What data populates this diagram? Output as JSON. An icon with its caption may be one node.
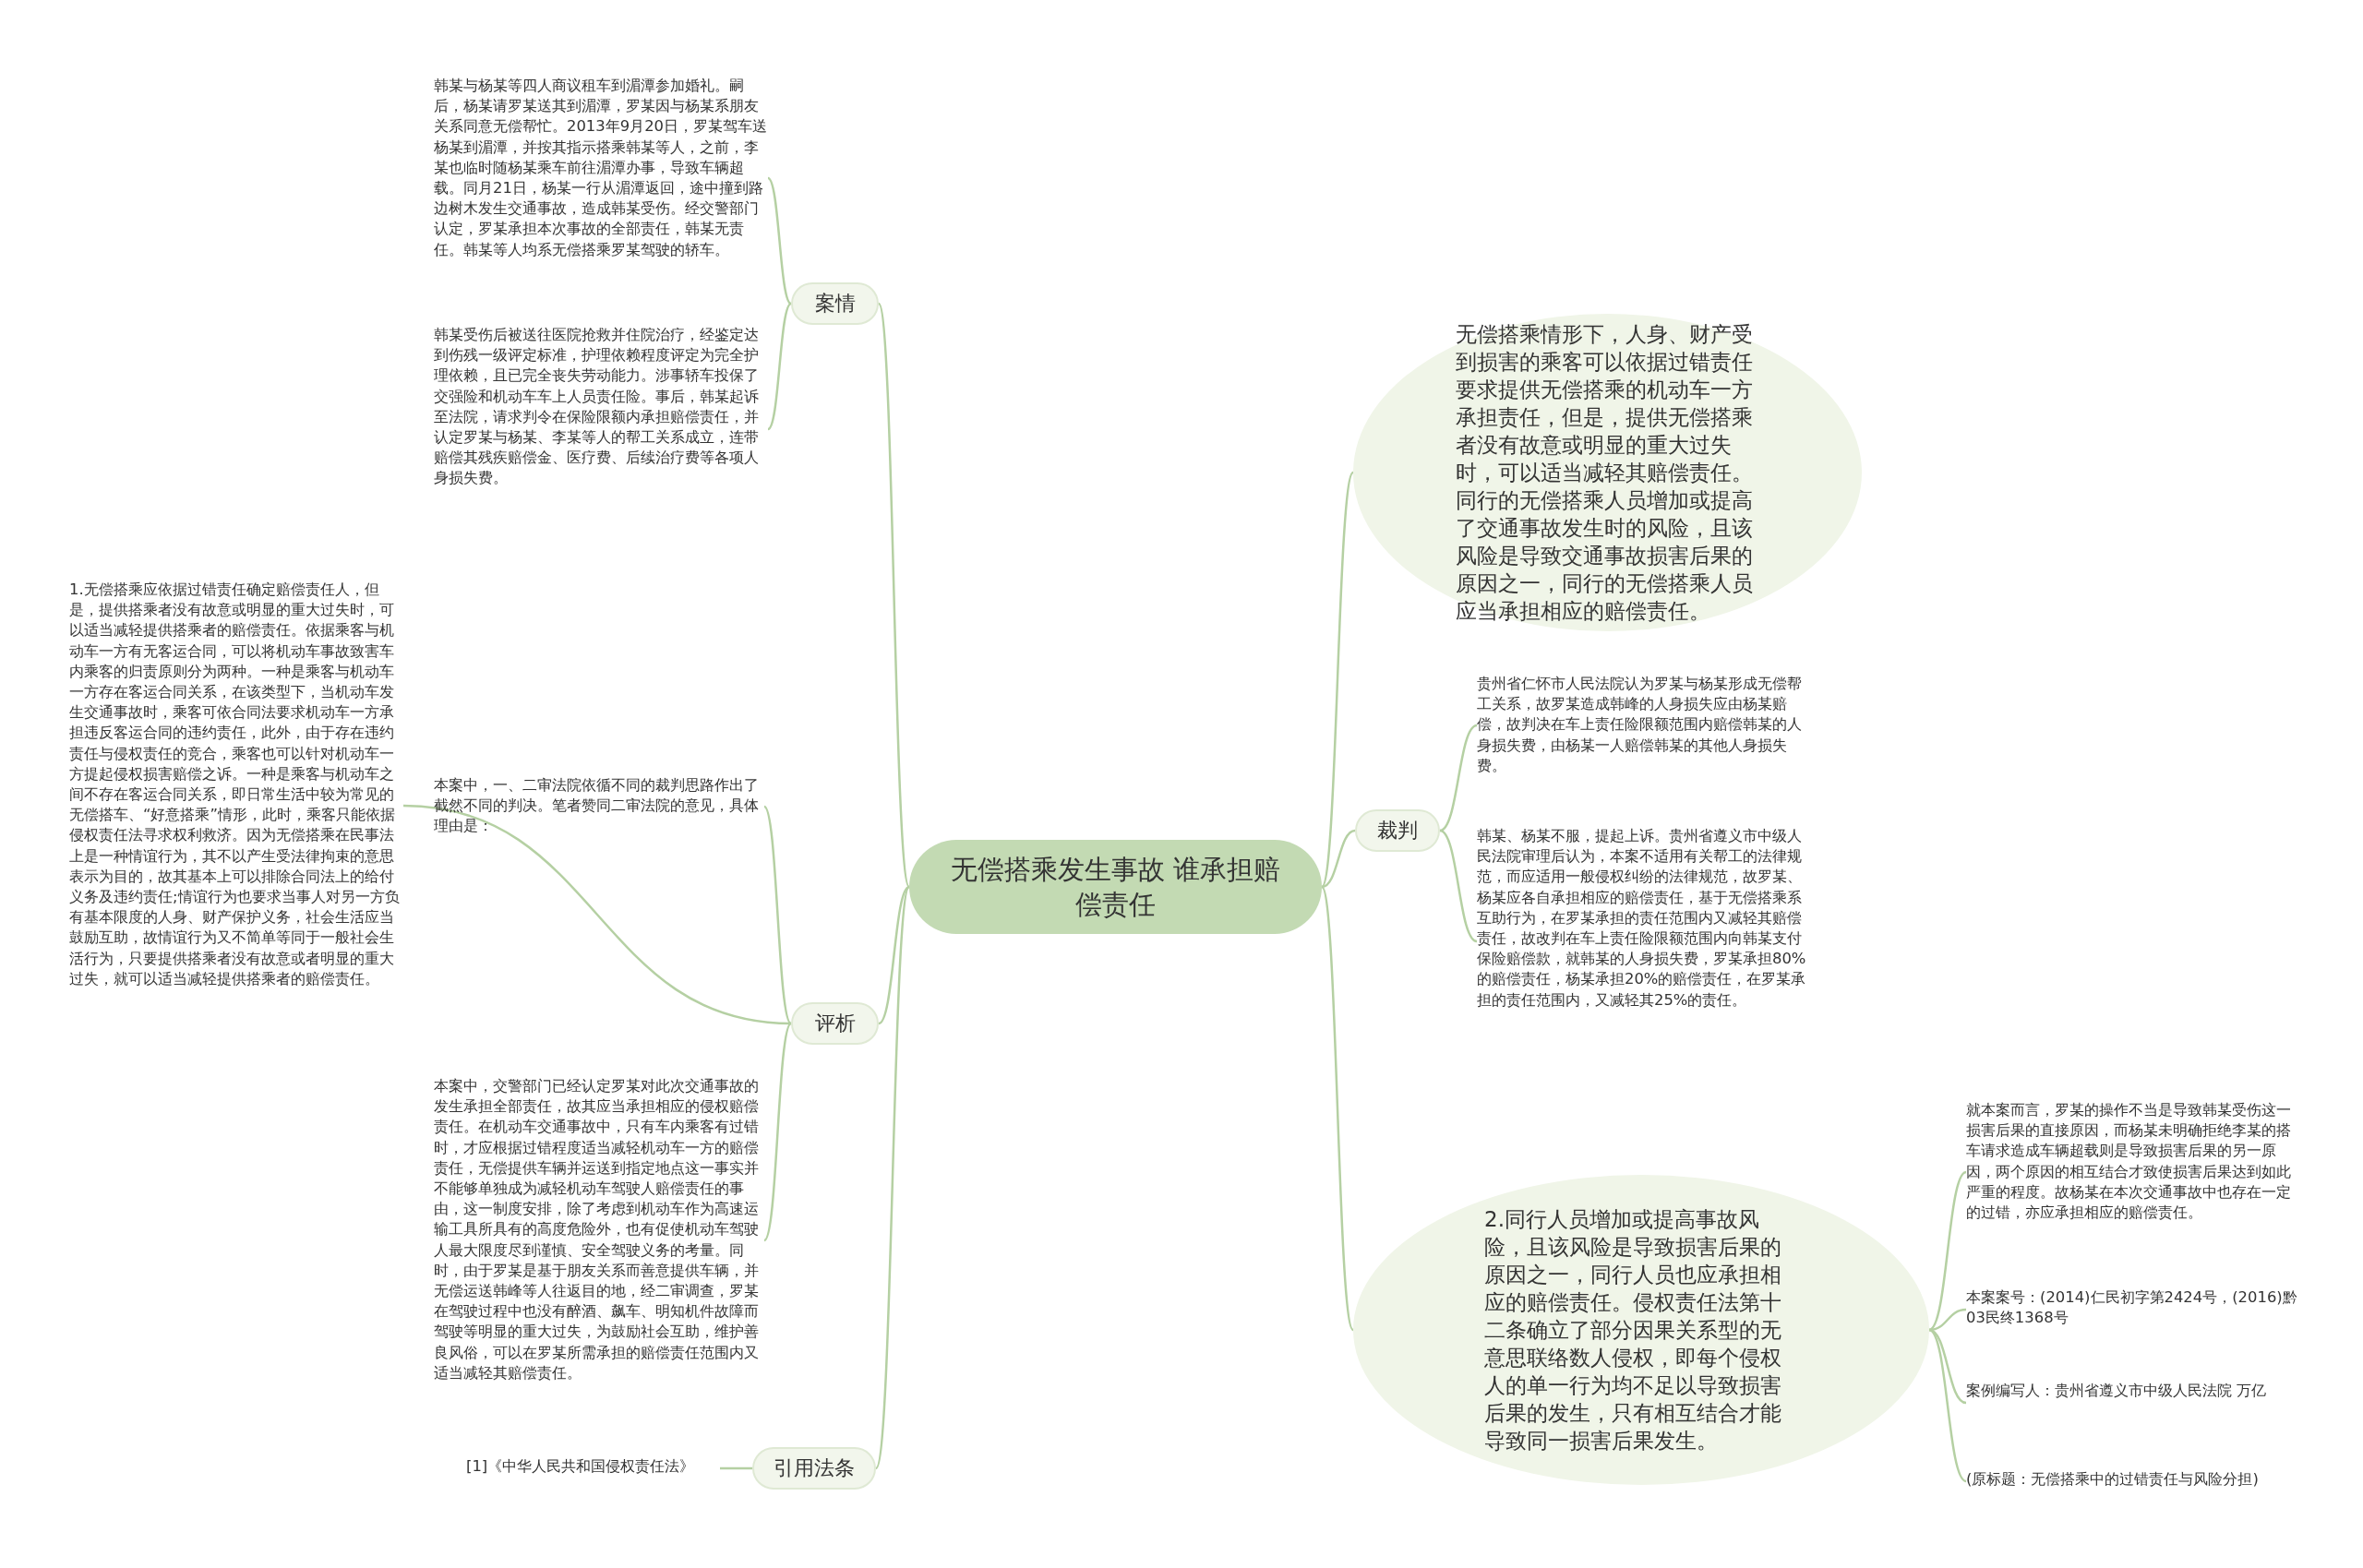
{
  "diagram": {
    "nodes": [
      {
        "text": [
          "无偿搭乘发生事故 谁承担赔偿责任"
        ]
      },
      {
        "text": [
          "案情"
        ]
      },
      {
        "text": [
          "韩某与杨某等四人商议租车到湄潭参加婚礼。嗣后，杨某请罗某送其到湄潭，罗某因与杨某系朋友关系同意无偿帮忙。2013年9月20日，罗某驾车送杨某到湄潭，并按其指示搭乘韩某等人，之前，李某也临时随杨某乘车前往湄潭办事，导致车辆超载。同月21日，杨某一行从湄潭返回，途中撞到路边树木发生交通事故，造成韩某受伤。经交警部门认定，罗某承担本次事故的全部责任，韩某无责任。韩某等人均系无偿搭乘罗某驾驶的轿车。"
        ]
      },
      {
        "text": [
          "韩某受伤后被送往医院抢救并住院治疗，经鉴定达到伤残一级评定标准，护理依赖程度评定为完全护理依赖，且已完全丧失劳动能力。涉事轿车投保了交强险和机动车车上人员责任险。事后，韩某起诉至法院，请求判令在保险限额内承担赔偿责任，并认定罗某与杨某、李某等人的帮工关系成立，连带赔偿其残疾赔偿金、医疗费、后续治疗费等各项人身损失费。"
        ]
      },
      {
        "text": [
          "评析"
        ]
      },
      {
        "text": [
          "本案中，一、二审法院依循不同的裁判思路作出了截然不同的判决。笔者赞同二审法院的意见，具体理由是："
        ]
      },
      {
        "text": [
          "1.无偿搭乘应依据过错责任确定赔偿责任人，但是，提供搭乘者没有故意或明显的重大过失时，可以适当减轻提供搭乘者的赔偿责任。依据乘客与机动车一方有无客运合同，可以将机动车事故致害车内乘客的归责原则分为两种。一种是乘客与机动车一方存在客运合同关系，在该类型下，当机动车发生交通事故时，乘客可依合同法要求机动车一方承担违反客运合同的违约责任，此外，由于存在违约责任与侵权责任的竞合，乘客也可以针对机动车一方提起侵权损害赔偿之诉。一种是乘客与机动车之间不存在客运合同关系，即日常生活中较为常见的无偿搭车、“好意搭乘”情形，此时，乘客只能依据侵权责任法寻求权利救济。因为无偿搭乘在民事法上是一种情谊行为，其不以产生受法律拘束的意思表示为目的，故其基本上可以排除合同法上的给付义务及违约责任;情谊行为也要求当事人对另一方负有基本限度的人身、财产保护义务，社会生活应当鼓励互助，故情谊行为又不简单等同于一般社会生活行为，只要提供搭乘者没有故意或者明显的重大过失，就可以适当减轻提供搭乘者的赔偿责任。"
        ]
      },
      {
        "text": [
          "本案中，交警部门已经认定罗某对此次交通事故的发生承担全部责任，故其应当承担相应的侵权赔偿责任。在机动车交通事故中，只有车内乘客有过错时，才应根据过错程度适当减轻机动车一方的赔偿责任，无偿提供车辆并运送到指定地点这一事实并不能够单独成为减轻机动车驾驶人赔偿责任的事由，这一制度安排，除了考虑到机动车作为高速运输工具所具有的高度危险外，也有促使机动车驾驶人最大限度尽到谨慎、安全驾驶义务的考量。同时，由于罗某是基于朋友关系而善意提供车辆，并无偿运送韩峰等人往返目的地，经二审调查，罗某在驾驶过程中也没有醉酒、飙车、明知机件故障而驾驶等明显的重大过失，为鼓励社会互助，维护善良风俗，可以在罗某所需承担的赔偿责任范围内又适当减轻其赔偿责任。"
        ]
      },
      {
        "text": [
          "引用法条"
        ]
      },
      {
        "text": [
          "[1]《中华人民共和国侵权责任法》"
        ]
      },
      {
        "text": [
          "无偿搭乘情形下，人身、财产受到损害的乘客可以依据过错责任要求提供无偿搭乘的机动车一方承担责任，但是，提供无偿搭乘者没有故意或明显的重大过失时，可以适当减轻其赔偿责任。同行的无偿搭乘人员增加或提高了交通事故发生时的风险，且该风险是导致交通事故损害后果的原因之一，同行的无偿搭乘人员应当承担相应的赔偿责任。"
        ]
      },
      {
        "text": [
          "裁判"
        ]
      },
      {
        "text": [
          "贵州省仁怀市人民法院认为罗某与杨某形成无偿帮工关系，故罗某造成韩峰的人身损失应由杨某赔偿，故判决在车上责任险限额范围内赔偿韩某的人身损失费，由杨某一人赔偿韩某的其他人身损失费。"
        ]
      },
      {
        "text": [
          "韩某、杨某不服，提起上诉。贵州省遵义市中级人民法院审理后认为，本案不适用有关帮工的法律规范，而应适用一般侵权纠纷的法律规范，故罗某、杨某应各自承担相应的赔偿责任，基于无偿搭乘系互助行为，在罗某承担的责任范围内又减轻其赔偿责任，故改判在车上责任险限额范围内向韩某支付保险赔偿款，就韩某的人身损失费，罗某承担80%的赔偿责任，杨某承担20%的赔偿责任，在罗某承担的责任范围内，又减轻其25%的责任。"
        ]
      },
      {
        "text": [
          "2.同行人员增加或提高事故风险，且该风险是导致损害后果的原因之一，同行人员也应承担相应的赔偿责任。侵权责任法第十二条确立了部分因果关系型的无意思联络数人侵权，即每个侵权人的单一行为均不足以导致损害后果的发生，只有相互结合才能导致同一损害后果发生。"
        ]
      },
      {
        "text": [
          "就本案而言，罗某的操作不当是导致韩某受伤这一损害后果的直接原因，而杨某未明确拒绝李某的搭车请求造成车辆超载则是导致损害后果的另一原因，两个原因的相互结合才致使损害后果达到如此严重的程度。故杨某在本次交通事故中也存在一定的过错，亦应承担相应的赔偿责任。"
        ]
      },
      {
        "text": [
          "本案案号：(2014)仁民初字第2424号，(2016)黔03民终1368号"
        ]
      },
      {
        "text": [
          "案例编写人：贵州省遵义市中级人民法院 万亿"
        ]
      },
      {
        "text": [
          "(原标题：无偿搭乘中的过错责任与风险分担)"
        ]
      }
    ],
    "edges": [
      {
        "from": 0,
        "to": 1,
        "arrow": "none"
      },
      {
        "from": 1,
        "to": 2,
        "arrow": "none"
      },
      {
        "from": 1,
        "to": 3,
        "arrow": "none"
      },
      {
        "from": 0,
        "to": 4,
        "arrow": "none"
      },
      {
        "from": 4,
        "to": 5,
        "arrow": "none"
      },
      {
        "from": 4,
        "to": 6,
        "arrow": "none"
      },
      {
        "from": 4,
        "to": 7,
        "arrow": "none"
      },
      {
        "from": 0,
        "to": 8,
        "arrow": "none"
      },
      {
        "from": 8,
        "to": 9,
        "arrow": "none"
      },
      {
        "from": 0,
        "to": 10,
        "arrow": "none"
      },
      {
        "from": 0,
        "to": 11,
        "arrow": "none"
      },
      {
        "from": 11,
        "to": 12,
        "arrow": "none"
      },
      {
        "from": 11,
        "to": 13,
        "arrow": "none"
      },
      {
        "from": 0,
        "to": 14,
        "arrow": "none"
      },
      {
        "from": 14,
        "to": 15,
        "arrow": "none"
      },
      {
        "from": 14,
        "to": 16,
        "arrow": "none"
      },
      {
        "from": 14,
        "to": 17,
        "arrow": "none"
      },
      {
        "from": 14,
        "to": 18,
        "arrow": "none"
      }
    ]
  }
}
